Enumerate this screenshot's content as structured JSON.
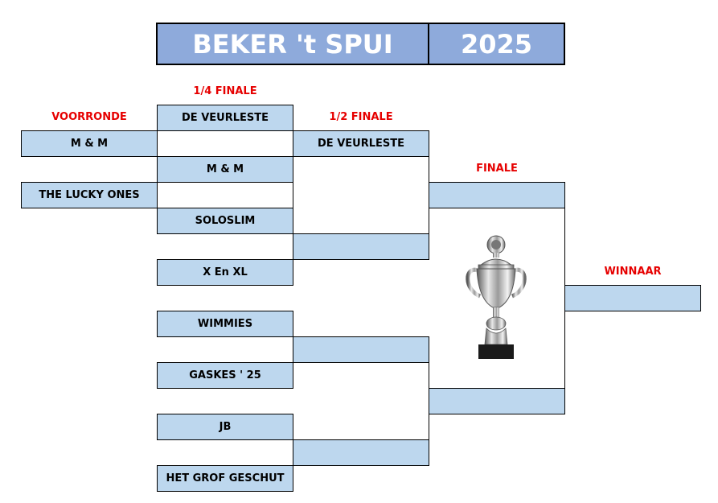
{
  "header": {
    "title": "BEKER 't SPUI",
    "year": "2025"
  },
  "rounds": {
    "voorronde": "VOORRONDE",
    "kwartfinale": "1/4 FINALE",
    "halvefinale": "1/2 FINALE",
    "finale": "FINALE",
    "winnaar": "WINNAAR"
  },
  "voorronde_teams": [
    "M & M",
    "THE LUCKY ONES"
  ],
  "kwartfinale_teams": [
    "DE VEURLESTE",
    "M & M",
    "SOLOSLIM",
    "X En XL",
    "WIMMIES",
    "GASKES ' 25",
    "JB",
    "HET GROF GESCHUT"
  ],
  "halvefinale_teams": [
    "DE VEURLESTE",
    "",
    "",
    ""
  ],
  "finale_teams": [
    "",
    ""
  ],
  "winnaar": "",
  "colors": {
    "header_bg": "#8eaadb",
    "slot_bg": "#bdd7ee",
    "round_label": "#e60000"
  },
  "icons": {
    "trophy": "trophy-icon"
  }
}
